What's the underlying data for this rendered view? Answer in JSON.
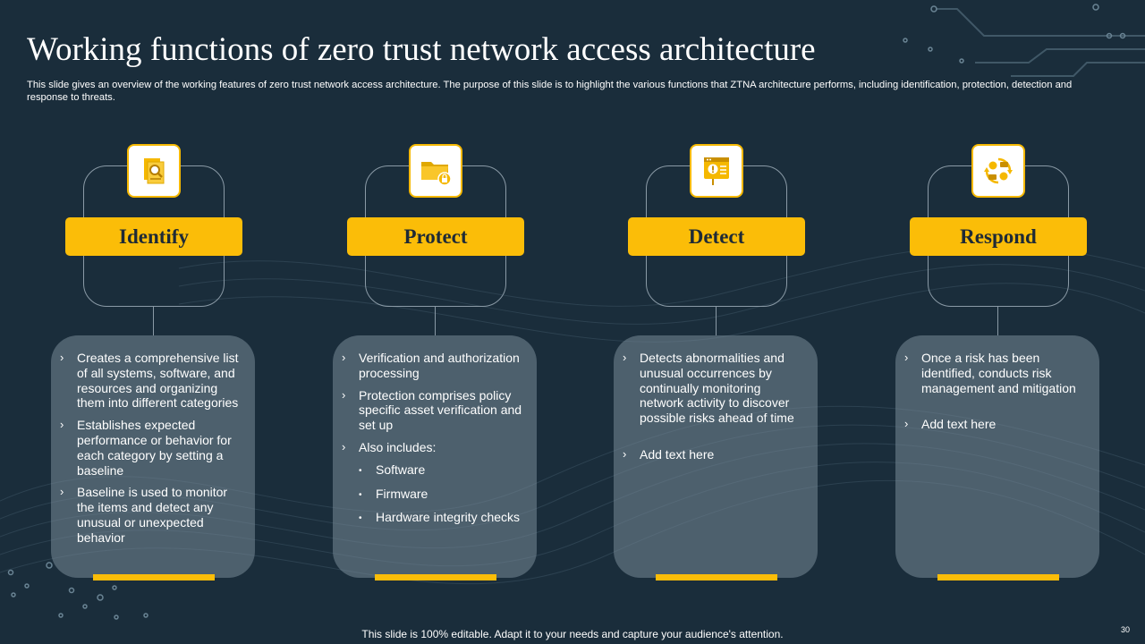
{
  "slide": {
    "title": "Working functions of zero trust network access architecture",
    "subtitle": "This slide gives an overview  of the working features of zero trust network access architecture. The purpose of this slide is to highlight the various functions that ZTNA  architecture performs, including identification, protection, detection and response to threats.",
    "footer": "This slide is 100% editable. Adapt it to your needs and capture your audience's attention.",
    "page_number": "30"
  },
  "colors": {
    "background": "#1a2d3b",
    "accent": "#fbbd08",
    "card": "#6e8090"
  },
  "columns": [
    {
      "label": "Identify",
      "icon": "document-search-icon",
      "items": [
        "Creates a comprehensive list of all systems, software, and resources and organizing them into different categories",
        "Establishes expected performance or behavior for each category by setting a baseline",
        "Baseline is used to monitor the items  and detect any unusual or unexpected behavior"
      ]
    },
    {
      "label": "Protect",
      "icon": "folder-lock-icon",
      "items": [
        "Verification and authorization processing",
        "Protection comprises policy specific asset verification and set up",
        "Also includes:"
      ],
      "subitems": [
        "Software",
        "Firmware",
        "Hardware integrity checks"
      ]
    },
    {
      "label": "Detect",
      "icon": "browser-alert-icon",
      "items": [
        "Detects abnormalities and unusual occurrences by continually monitoring network activity to discover possible risks ahead of time",
        "Add text here"
      ]
    },
    {
      "label": "Respond",
      "icon": "support-cycle-icon",
      "items": [
        "Once a risk has been identified, conducts risk management and mitigation",
        "Add text here"
      ]
    }
  ]
}
